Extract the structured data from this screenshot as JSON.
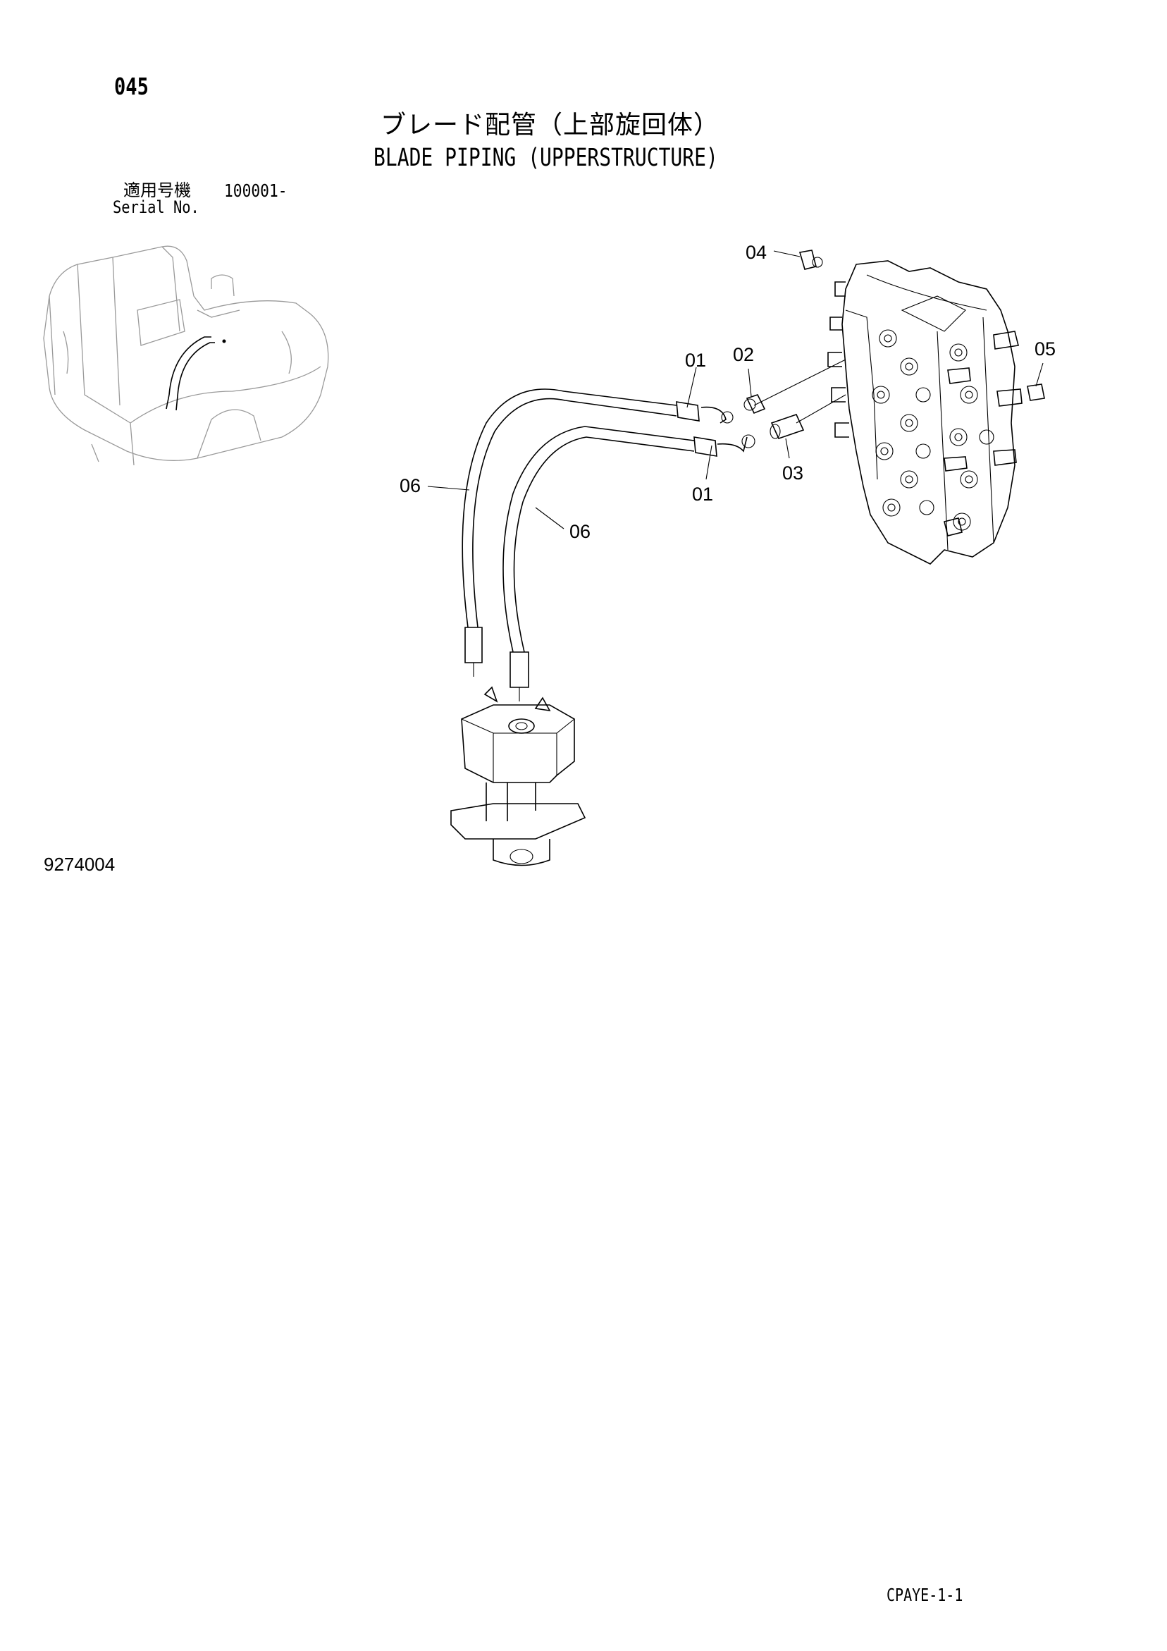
{
  "page_number": "045",
  "title_japanese": "ブレード配管（上部旋回体）",
  "title_english": "BLADE PIPING (UPPERSTRUCTURE)",
  "serial": {
    "label_japanese": "適用号機",
    "value": "100001-",
    "label_english": "Serial No."
  },
  "drawing_number": "9274004",
  "sheet_code": "CPAYE-1-1",
  "callouts": {
    "c01_upper": "01",
    "c01_lower": "01",
    "c02": "02",
    "c03": "03",
    "c04": "04",
    "c05": "05",
    "c06_left": "06",
    "c06_right": "06"
  }
}
